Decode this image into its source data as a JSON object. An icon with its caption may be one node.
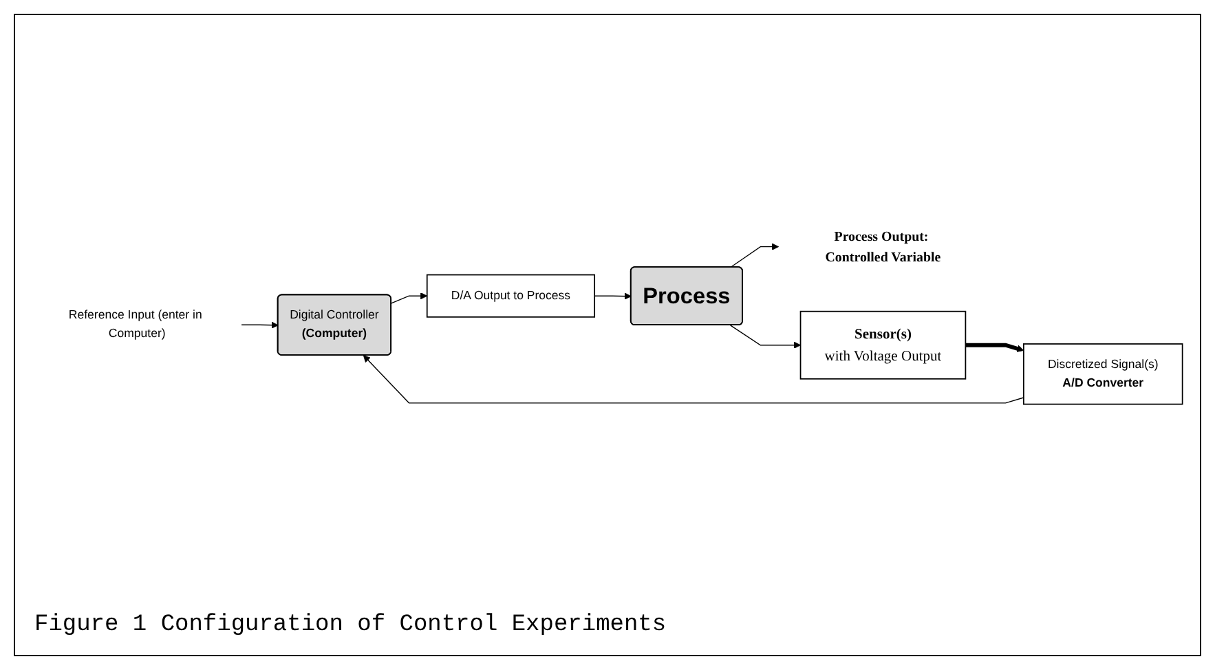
{
  "diagram": {
    "caption": "Figure 1 Configuration of Control Experiments",
    "nodes": [
      {
        "text": [
          "Reference Input (enter in Computer)"
        ]
      },
      {
        "text": [
          "Digital Controller",
          "(Computer)"
        ]
      },
      {
        "text": [
          "D/A Output to Process"
        ]
      },
      {
        "text": [
          "Process"
        ]
      },
      {
        "text": [
          "Process Output: Controlled Variable"
        ]
      },
      {
        "text": [
          "Sensor(s)",
          "with Voltage Output"
        ]
      },
      {
        "text": [
          "Discretized Signal(s)",
          "A/D Converter"
        ]
      }
    ],
    "edges": [
      {
        "from": 0,
        "to": 1,
        "arrow": "to"
      },
      {
        "from": 1,
        "to": 2,
        "arrow": "to"
      },
      {
        "from": 2,
        "to": 3,
        "arrow": "to"
      },
      {
        "from": 3,
        "to": 4,
        "arrow": "to"
      },
      {
        "from": 3,
        "to": 5,
        "arrow": "to"
      },
      {
        "from": 5,
        "to": 6,
        "arrow": "to",
        "style": "thick"
      },
      {
        "from": 6,
        "to": 1,
        "arrow": "to"
      }
    ]
  }
}
